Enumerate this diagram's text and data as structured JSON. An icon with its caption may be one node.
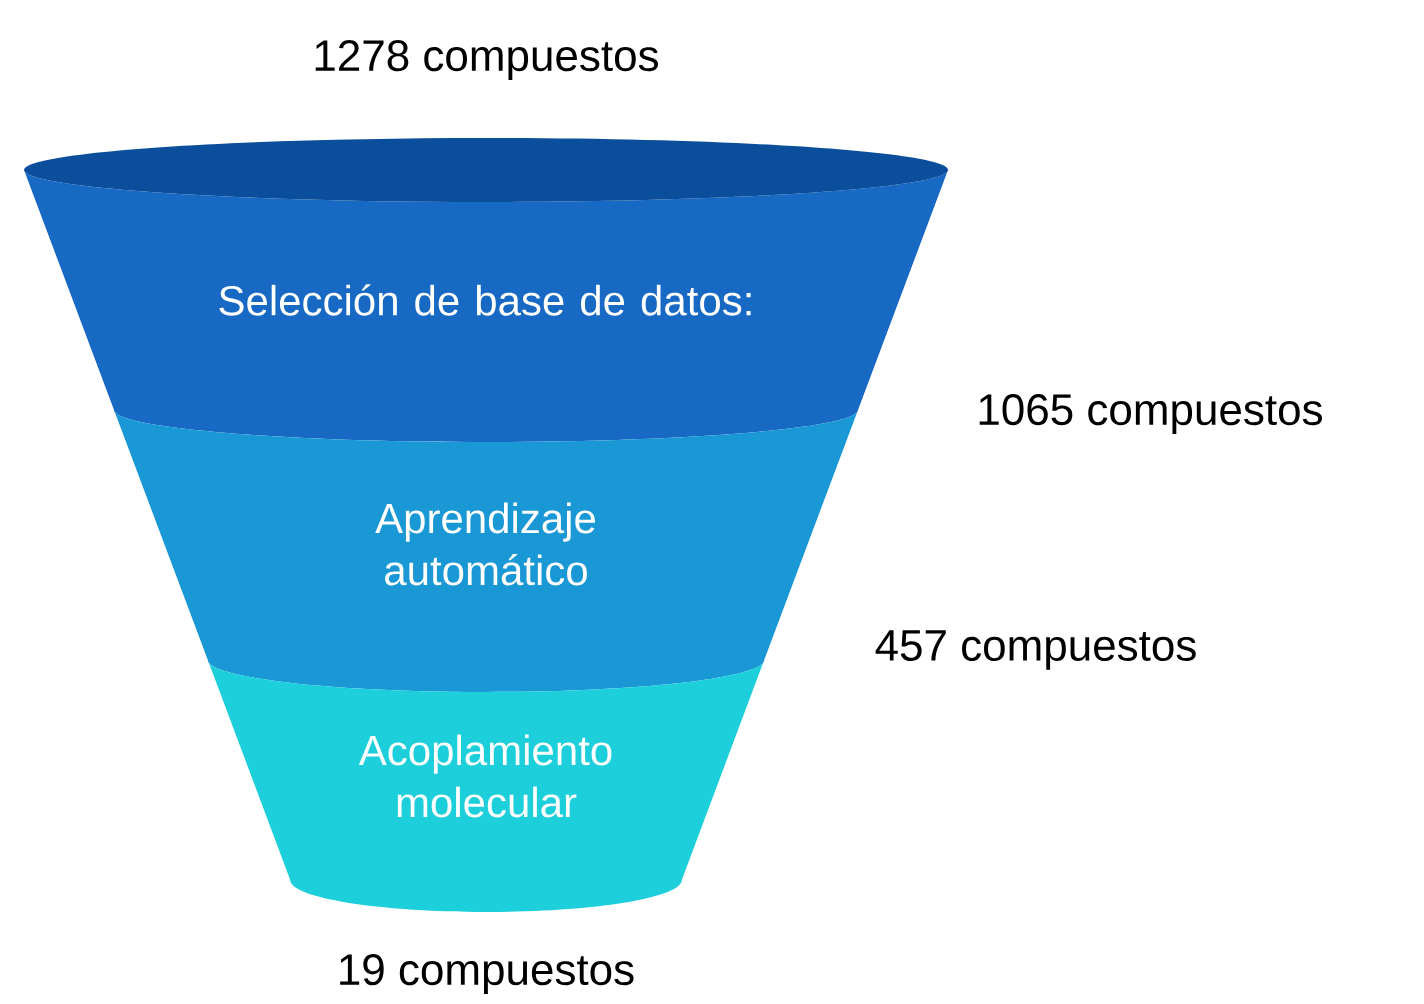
{
  "diagram": {
    "nodes": [
      {
        "text": [
          "Selección de base de datos:"
        ]
      },
      {
        "text": [
          "Aprendizaje automático"
        ]
      },
      {
        "text": [
          "Acoplamiento molecular"
        ]
      }
    ],
    "labels": [
      "1278 compuestos",
      "1065 compuestos",
      "457 compuestos",
      "19 compuestos"
    ]
  }
}
